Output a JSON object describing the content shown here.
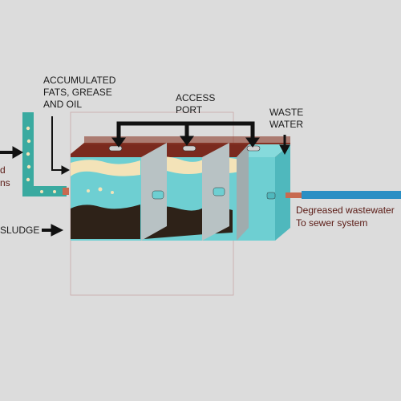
{
  "labels": {
    "fats": "ACCUMULATED FATS, GREASE AND OIL",
    "access_port": "ACCESS PORT",
    "waste_water": "WASTE WATER",
    "sludge": "SLUDGE",
    "inlet_line1": "d",
    "inlet_line2": "ns",
    "outlet_line1": "Degreased wastewater",
    "outlet_line2": "To sewer system"
  },
  "colors": {
    "background": "#dcdcdc",
    "water": "#6ecfd2",
    "water_dark": "#4fb8bd",
    "pipe": "#3aaaa0",
    "outlet_pipe": "#2a8fc4",
    "grease": "#f3e3b8",
    "sludge": "#2e2218",
    "lid": "#7a2a1e",
    "baffle": "#b8c2c4",
    "arrow": "#111111"
  }
}
